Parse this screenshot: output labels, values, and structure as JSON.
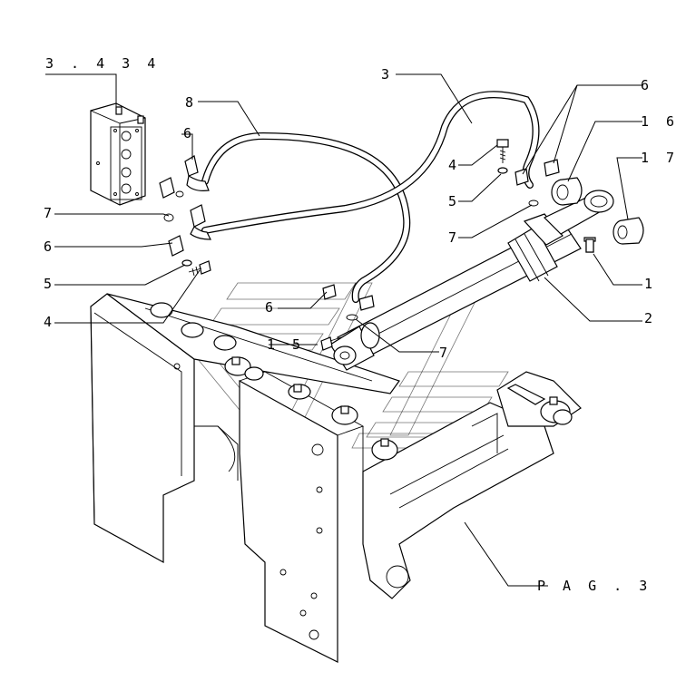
{
  "callouts": [
    {
      "id": "c-3434",
      "text": "3 . 4 3 4"
    },
    {
      "id": "c-8",
      "text": "8"
    },
    {
      "id": "c-3",
      "text": "3"
    },
    {
      "id": "c-6a",
      "text": "6"
    },
    {
      "id": "c-6b",
      "text": "6"
    },
    {
      "id": "c-16",
      "text": "1 6"
    },
    {
      "id": "c-17",
      "text": "1 7"
    },
    {
      "id": "c-4a",
      "text": "4"
    },
    {
      "id": "c-5a",
      "text": "5"
    },
    {
      "id": "c-7a",
      "text": "7"
    },
    {
      "id": "c-7b",
      "text": "7"
    },
    {
      "id": "c-6c",
      "text": "6"
    },
    {
      "id": "c-5b",
      "text": "5"
    },
    {
      "id": "c-1",
      "text": "1"
    },
    {
      "id": "c-6d",
      "text": "6"
    },
    {
      "id": "c-2",
      "text": "2"
    },
    {
      "id": "c-4b",
      "text": "4"
    },
    {
      "id": "c-15",
      "text": "1 5"
    },
    {
      "id": "c-7c",
      "text": "7"
    },
    {
      "id": "c-pag",
      "text": "P A G . 3"
    }
  ]
}
